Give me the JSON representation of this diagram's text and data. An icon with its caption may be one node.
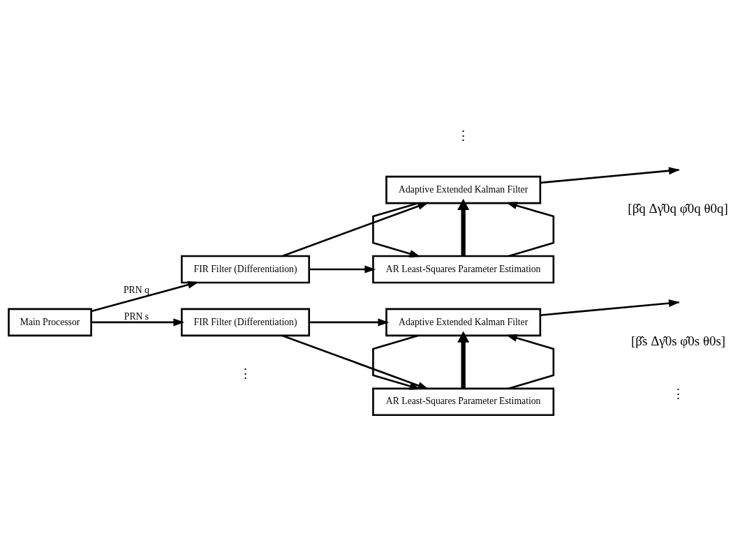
{
  "diagram": {
    "nodes": [
      {
        "text": [
          "Main Processor"
        ]
      },
      {
        "text": [
          "FIR Filter (Differentiation)"
        ]
      },
      {
        "text": [
          "Adaptive Extended Kalman Filter"
        ]
      },
      {
        "text": [
          "AR Least-Squares Parameter Estimation"
        ]
      },
      {
        "text": [
          "FIR Filter (Differentiation)"
        ]
      },
      {
        "text": [
          "Adaptive Extended Kalman Filter"
        ]
      },
      {
        "text": [
          "AR Least-Squares Parameter Estimation"
        ]
      }
    ],
    "edges": [
      {
        "from": 0,
        "to": 1,
        "arrow": "to",
        "label": "PRN q"
      },
      {
        "from": 1,
        "to": 2,
        "arrow": "to"
      },
      {
        "from": 1,
        "to": 3,
        "arrow": "to"
      },
      {
        "from": 3,
        "to": 2,
        "arrow": "to"
      },
      {
        "from": 3,
        "to": 2,
        "arrow": "to",
        "style": "thick"
      },
      {
        "from": 2,
        "to": null,
        "arrow": "to"
      },
      {
        "from": 2,
        "to": 3,
        "arrow": "to"
      },
      {
        "from": 0,
        "to": 4,
        "arrow": "to",
        "label": "PRN s"
      },
      {
        "from": 4,
        "to": 5,
        "arrow": "to"
      },
      {
        "from": 4,
        "to": 6,
        "arrow": "to"
      },
      {
        "from": 6,
        "to": 5,
        "arrow": "to"
      },
      {
        "from": 6,
        "to": 5,
        "arrow": "to",
        "style": "thick"
      },
      {
        "from": 5,
        "to": null,
        "arrow": "to"
      },
      {
        "from": 5,
        "to": 6,
        "arrow": "to"
      }
    ],
    "labels": [
      "[β̂q Δγ̂0q φ̂0q θ0q]",
      "⋮",
      "⋮",
      "⋮",
      "[β̂s Δγ̂0s φ̂0s θ0s]"
    ]
  }
}
